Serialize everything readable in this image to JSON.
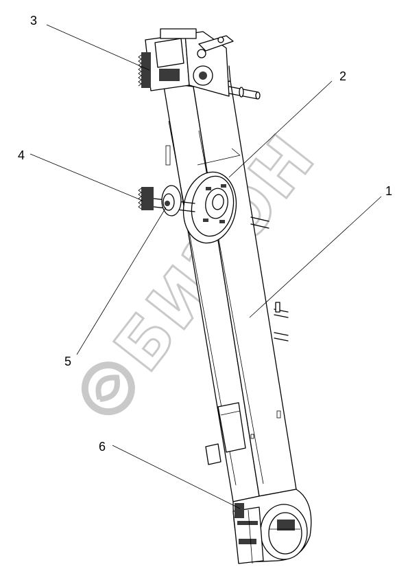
{
  "watermark": {
    "text": "БИЗОН"
  },
  "callouts": [
    {
      "id": "1",
      "label": "1"
    },
    {
      "id": "2",
      "label": "2"
    },
    {
      "id": "3",
      "label": "3"
    },
    {
      "id": "4",
      "label": "4"
    },
    {
      "id": "5",
      "label": "5"
    },
    {
      "id": "6",
      "label": "6"
    }
  ],
  "colors": {
    "line": "#000000",
    "watermark": "#c9c9c9",
    "background": "#ffffff"
  }
}
